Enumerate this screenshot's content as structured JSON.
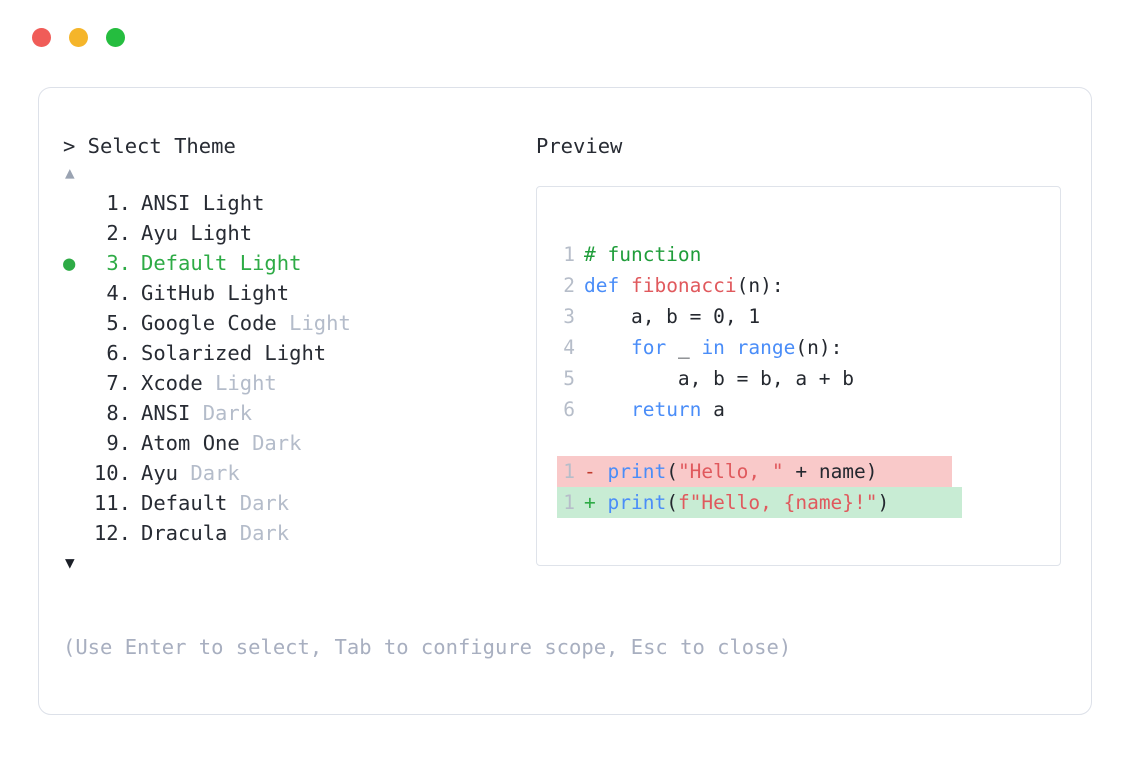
{
  "window": {
    "traffic_lights": [
      {
        "name": "close-dot",
        "color": "#f05c58"
      },
      {
        "name": "minimize-dot",
        "color": "#f5b52a"
      },
      {
        "name": "maximize-dot",
        "color": "#25bd3f"
      }
    ]
  },
  "selector": {
    "prompt": "> Select Theme",
    "scroll_up_glyph": "▲",
    "scroll_down_glyph": "▼",
    "selected_bullet": "●",
    "selected_index": 3,
    "items": [
      {
        "index": "1.",
        "name": "ANSI Light",
        "dim_suffix": "",
        "selected": false
      },
      {
        "index": "2.",
        "name": "Ayu Light",
        "dim_suffix": "",
        "selected": false
      },
      {
        "index": "3.",
        "name": "Default Light",
        "dim_suffix": "",
        "selected": true
      },
      {
        "index": "4.",
        "name": "GitHub Light",
        "dim_suffix": "",
        "selected": false
      },
      {
        "index": "5.",
        "name": "Google Code ",
        "dim_suffix": "Light",
        "selected": false
      },
      {
        "index": "6.",
        "name": "Solarized Light",
        "dim_suffix": "",
        "selected": false
      },
      {
        "index": "7.",
        "name": "Xcode ",
        "dim_suffix": "Light",
        "selected": false
      },
      {
        "index": "8.",
        "name": "ANSI ",
        "dim_suffix": "Dark",
        "selected": false
      },
      {
        "index": "9.",
        "name": "Atom One ",
        "dim_suffix": "Dark",
        "selected": false
      },
      {
        "index": "10.",
        "name": "Ayu ",
        "dim_suffix": "Dark",
        "selected": false
      },
      {
        "index": "11.",
        "name": "Default ",
        "dim_suffix": "Dark",
        "selected": false
      },
      {
        "index": "12.",
        "name": "Dracula ",
        "dim_suffix": "Dark",
        "selected": false
      }
    ]
  },
  "hint": "(Use Enter to select, Tab to configure scope, Esc to close)",
  "preview": {
    "label": "Preview",
    "code_lines": [
      {
        "ln": "1",
        "tokens": [
          {
            "t": "# function",
            "c": "comment"
          }
        ]
      },
      {
        "ln": "2",
        "tokens": [
          {
            "t": "def ",
            "c": "kw"
          },
          {
            "t": "fibonacci",
            "c": "fn"
          },
          {
            "t": "(n):",
            "c": "plain"
          }
        ]
      },
      {
        "ln": "3",
        "tokens": [
          {
            "t": "    a, b = 0, 1",
            "c": "plain"
          }
        ]
      },
      {
        "ln": "4",
        "tokens": [
          {
            "t": "    ",
            "c": "plain"
          },
          {
            "t": "for",
            "c": "kw"
          },
          {
            "t": " _ ",
            "c": "plain"
          },
          {
            "t": "in range",
            "c": "kw"
          },
          {
            "t": "(n):",
            "c": "plain"
          }
        ]
      },
      {
        "ln": "5",
        "tokens": [
          {
            "t": "        a, b = b, a + b",
            "c": "plain"
          }
        ]
      },
      {
        "ln": "6",
        "tokens": [
          {
            "t": "    ",
            "c": "plain"
          },
          {
            "t": "return",
            "c": "kw"
          },
          {
            "t": " a",
            "c": "plain"
          }
        ]
      }
    ],
    "diff_lines": [
      {
        "ln": "1",
        "kind": "del",
        "marker": "-",
        "tokens": [
          {
            "t": "print",
            "c": "kw"
          },
          {
            "t": "(",
            "c": "plain"
          },
          {
            "t": "\"Hello, \"",
            "c": "str"
          },
          {
            "t": " + name)",
            "c": "plain"
          }
        ]
      },
      {
        "ln": "1",
        "kind": "add",
        "marker": "+",
        "tokens": [
          {
            "t": "print",
            "c": "kw"
          },
          {
            "t": "(",
            "c": "plain"
          },
          {
            "t": "f\"Hello, {name}!\"",
            "c": "str"
          },
          {
            "t": ")",
            "c": "plain"
          }
        ]
      }
    ]
  },
  "colors": {
    "accent_green": "#2eab46",
    "keyword_blue": "#4a8df8",
    "string_red": "#e0595d",
    "comment_green": "#1f9d3a",
    "dim_gray": "#b4bcca",
    "diff_del_bg": "#f9c9c9",
    "diff_add_bg": "#c8ecd4"
  }
}
